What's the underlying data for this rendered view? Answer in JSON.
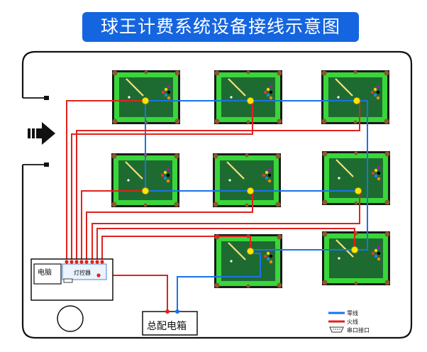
{
  "title": "球王计费系统设备接线示意图",
  "labels": {
    "computer": "电脑",
    "light_controller": "灯控器",
    "power_box": "总配电箱"
  },
  "legend": [
    {
      "key": "neutral",
      "label": "零线",
      "color": "#1a73e8"
    },
    {
      "key": "live",
      "label": "火线",
      "color": "#e0221c"
    },
    {
      "key": "serial",
      "label": "串口接口",
      "color": "#444444"
    }
  ],
  "colors": {
    "title_bg": "#1565e0",
    "table_felt": "#1e6b32",
    "table_rail": "#39d639",
    "node": "#ffe600",
    "neutral_wire": "#1a73e8",
    "live_wire": "#e0221c"
  },
  "icons": [
    "entry-arrow-icon",
    "cue-stick-icon",
    "ball-rack-icon",
    "serial-port-icon",
    "computer-icon"
  ],
  "tables": [
    {
      "id": "table-1"
    },
    {
      "id": "table-2"
    },
    {
      "id": "table-3"
    },
    {
      "id": "table-4"
    },
    {
      "id": "table-5"
    },
    {
      "id": "table-6"
    },
    {
      "id": "table-7"
    },
    {
      "id": "table-8"
    }
  ]
}
